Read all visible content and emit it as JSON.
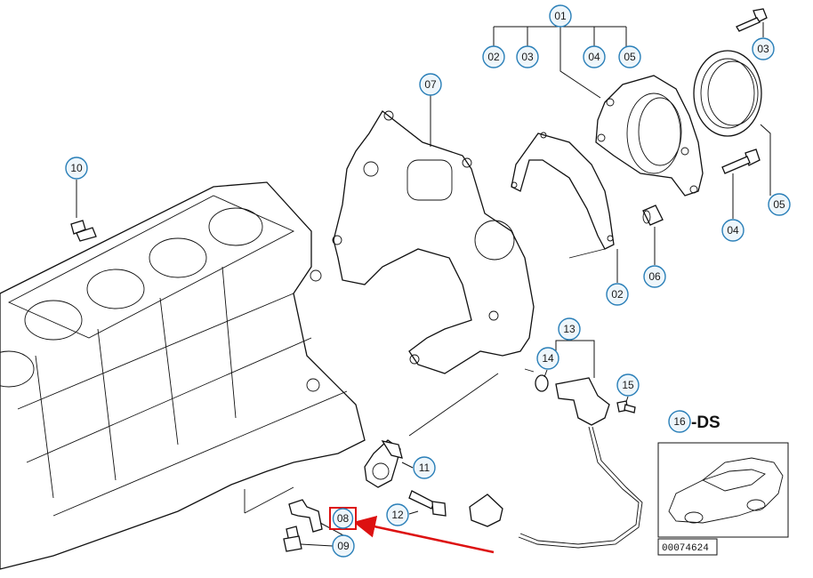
{
  "callouts": {
    "c01": "01",
    "c02a": "02",
    "c03a": "03",
    "c04a": "04",
    "c05a": "05",
    "c03b": "03",
    "c07": "07",
    "c10": "10",
    "c05b": "05",
    "c04b": "04",
    "c06": "06",
    "c02b": "02",
    "c13": "13",
    "c14": "14",
    "c15": "15",
    "c16": "16",
    "c11": "11",
    "c12": "12",
    "c08": "08",
    "c09": "09"
  },
  "ds_label": "-DS",
  "reference_number": "00074624",
  "colors": {
    "callout_stroke": "#2a7fb8",
    "highlight": "#dd1111"
  }
}
